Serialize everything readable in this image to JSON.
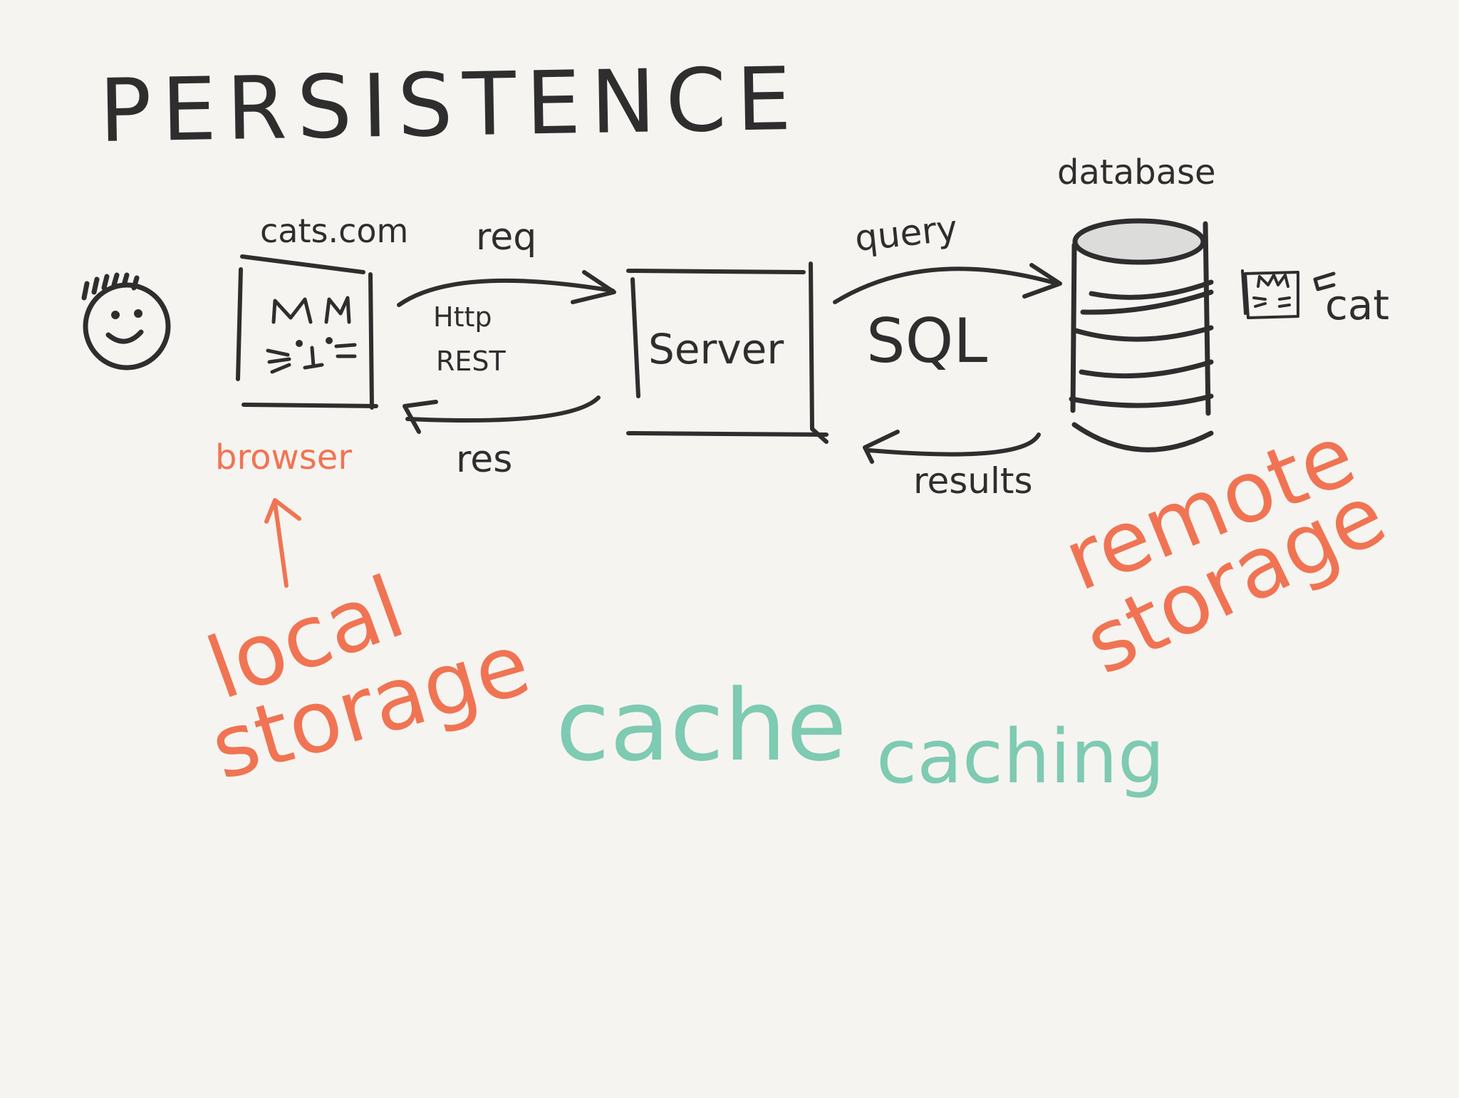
{
  "title": "PERSISTENCE",
  "nodes": {
    "browser_site": "cats.com",
    "browser_label": "browser",
    "server": "Server",
    "database": "database",
    "cat_note": "cat"
  },
  "edges": {
    "request": "req",
    "protocol_http": "Http",
    "protocol_rest": "REST",
    "response": "res",
    "query": "query",
    "query_language": "SQL",
    "results": "results"
  },
  "annotations": {
    "local_line1": "local",
    "local_line2": "storage",
    "remote_line1": "remote",
    "remote_line2": "storage",
    "cache": "cache",
    "caching": "caching"
  },
  "colors": {
    "background": "#f6f4f0",
    "ink": "#2e2e2e",
    "orange": "#f07453",
    "teal": "#7ecab2",
    "db_top": "#dcdcda"
  }
}
